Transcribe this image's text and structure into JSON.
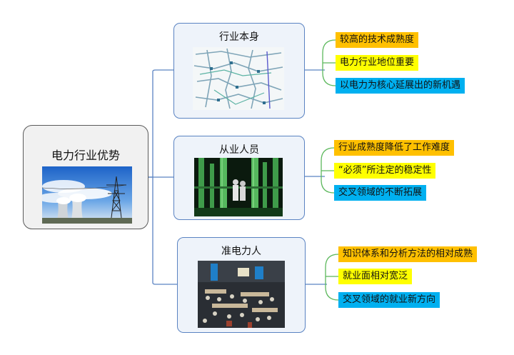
{
  "root": {
    "title": "电力行业优势",
    "image": "power-plant-photo"
  },
  "branches": [
    {
      "title": "行业本身",
      "image": "power-grid-diagram",
      "points": [
        {
          "text": "较高的技术成熟度",
          "color": "#ffc000"
        },
        {
          "text": "电力行业地位重要",
          "color": "#ffff00"
        },
        {
          "text": "以电力为核心延展出的新机遇",
          "color": "#00b0f0"
        }
      ]
    },
    {
      "title": "从业人员",
      "image": "workers-in-plant-photo",
      "points": [
        {
          "text": "行业成熟度降低了工作难度",
          "color": "#ffc000"
        },
        {
          "text": "“必须”所注定的稳定性",
          "color": "#ffff00"
        },
        {
          "text": "交叉领域的不断拓展",
          "color": "#00b0f0"
        }
      ]
    },
    {
      "title": "准电力人",
      "image": "job-fair-photo",
      "points": [
        {
          "text": "知识体系和分析方法的相对成熟",
          "color": "#ffc000"
        },
        {
          "text": "就业面相对宽泛",
          "color": "#ffff00"
        },
        {
          "text": "交叉领域的就业新方向",
          "color": "#00b0f0"
        }
      ]
    }
  ],
  "colors": {
    "connector": "#5a83c2",
    "leaf_connector": "#5cb85c"
  }
}
